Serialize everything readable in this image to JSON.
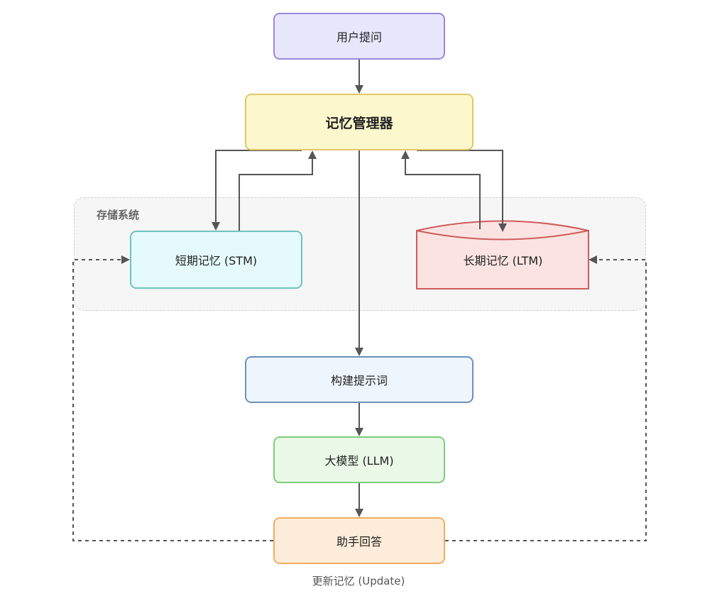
{
  "group": {
    "label": "存储系统"
  },
  "nodes": {
    "user_question": "用户提问",
    "memory_manager": "记忆管理器",
    "stm": "短期记忆 (STM)",
    "ltm": "长期记忆 (LTM)",
    "build_prompt": "构建提示词",
    "llm": "大模型 (LLM)",
    "assistant_answer": "助手回答"
  },
  "edges": {
    "update_label": "更新记忆 (Update)"
  },
  "colors": {
    "user_fill": "#e8e6fb",
    "user_border": "#9b87e0",
    "manager_fill": "#fdf7cd",
    "manager_border": "#e1c764",
    "stm_fill": "#e5fbfb",
    "stm_border": "#6fc3bd",
    "ltm_fill": "#fbe3e1",
    "ltm_border": "#cf5b5b",
    "prompt_fill": "#eef5fd",
    "prompt_border": "#6b8fbf",
    "llm_fill": "#eaf9e7",
    "llm_border": "#7fcc7c",
    "answer_fill": "#fdecd9",
    "answer_border": "#f0ad60",
    "arrow": "#555555",
    "group_fill": "#f6f6f6",
    "group_border": "#cfcfcf"
  }
}
